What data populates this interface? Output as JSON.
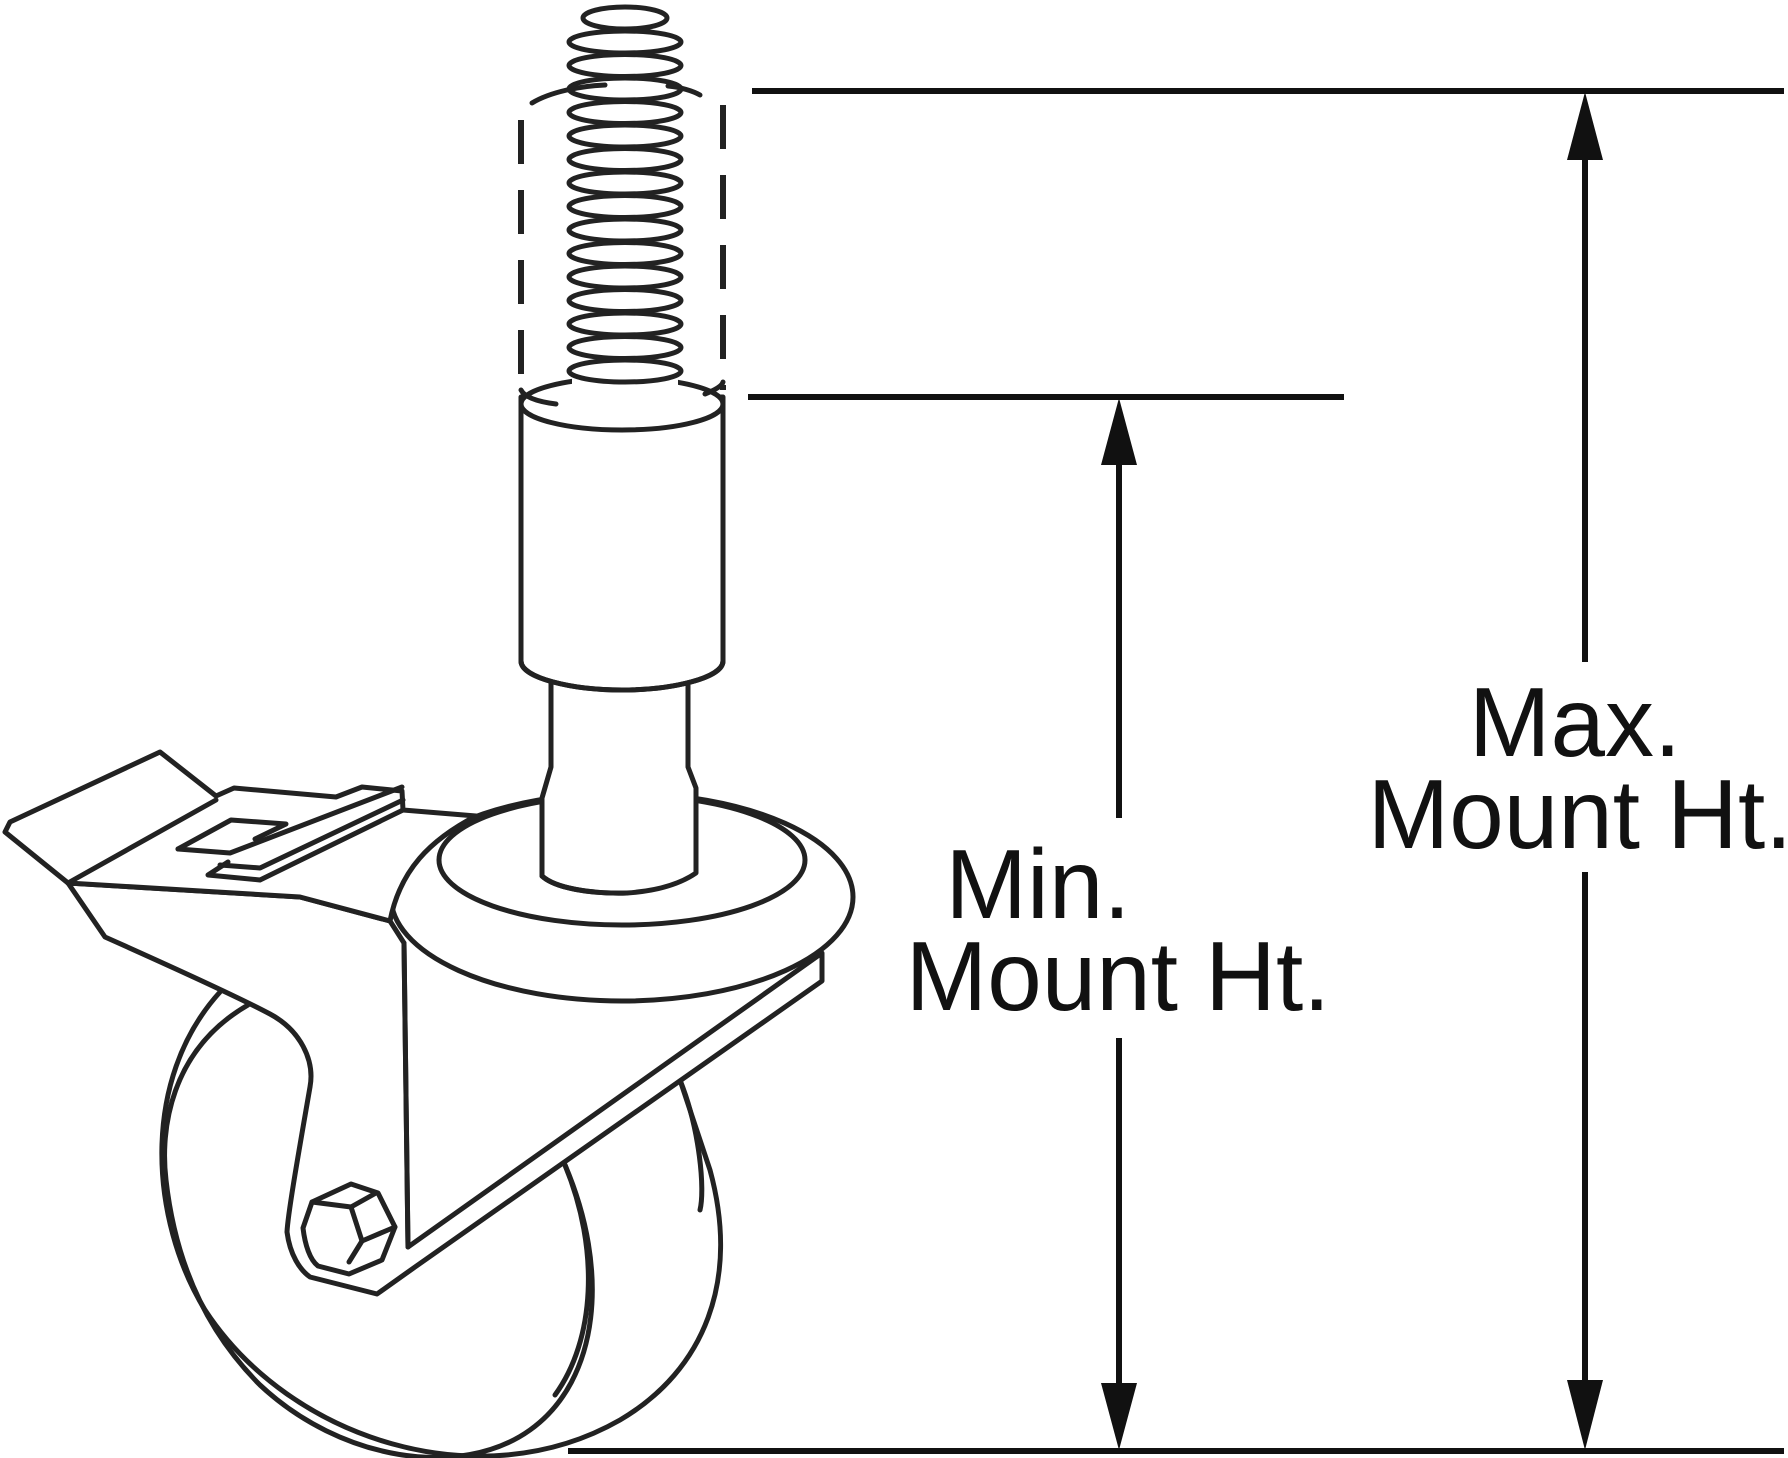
{
  "labels": {
    "min_line1": "Min.",
    "min_line2": "Mount Ht.",
    "max_line1": "Max.",
    "max_line2": "Mount Ht."
  },
  "colors": {
    "line": "#222222",
    "background": "#ffffff"
  }
}
